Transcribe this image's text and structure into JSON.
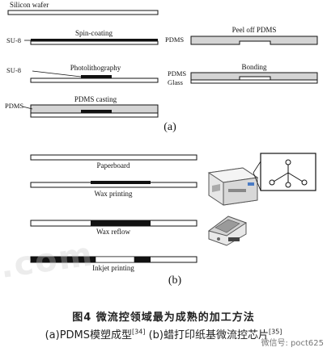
{
  "panel_a": {
    "label": "(a)",
    "left_steps": [
      {
        "title": "Silicon wafer",
        "side_labels": []
      },
      {
        "title": "Spin-coating",
        "side_labels": [
          "SU-8"
        ]
      },
      {
        "title": "Photolithography",
        "side_labels": [
          "SU-8"
        ]
      },
      {
        "title": "PDMS casting",
        "side_labels": [
          "PDMS"
        ]
      }
    ],
    "right_steps": [
      {
        "title": "Peel off PDMS",
        "side_labels": [
          "PDMS"
        ]
      },
      {
        "title": "Bonding",
        "side_labels": [
          "PDMS",
          "Glass"
        ]
      }
    ]
  },
  "panel_b": {
    "label": "(b)",
    "steps": [
      "Paperboard",
      "Wax printing",
      "Wax reflow",
      "Inkjet printing"
    ]
  },
  "watermark": ".com",
  "caption": {
    "line1": "图4  微流控领域最为成熟的加工方法",
    "line2_a_prefix": "(a)PDMS模塑成型",
    "line2_a_ref": "[34]",
    "line2_b_prefix": "  (b)蜡打印纸基微流控芯片",
    "line2_b_ref": "[35]"
  },
  "wechat_mark": "微信号: poct625",
  "colors": {
    "ink": "#111111",
    "layer_fill": "#d4d4d4",
    "printer_body": "#e6e6e6"
  }
}
